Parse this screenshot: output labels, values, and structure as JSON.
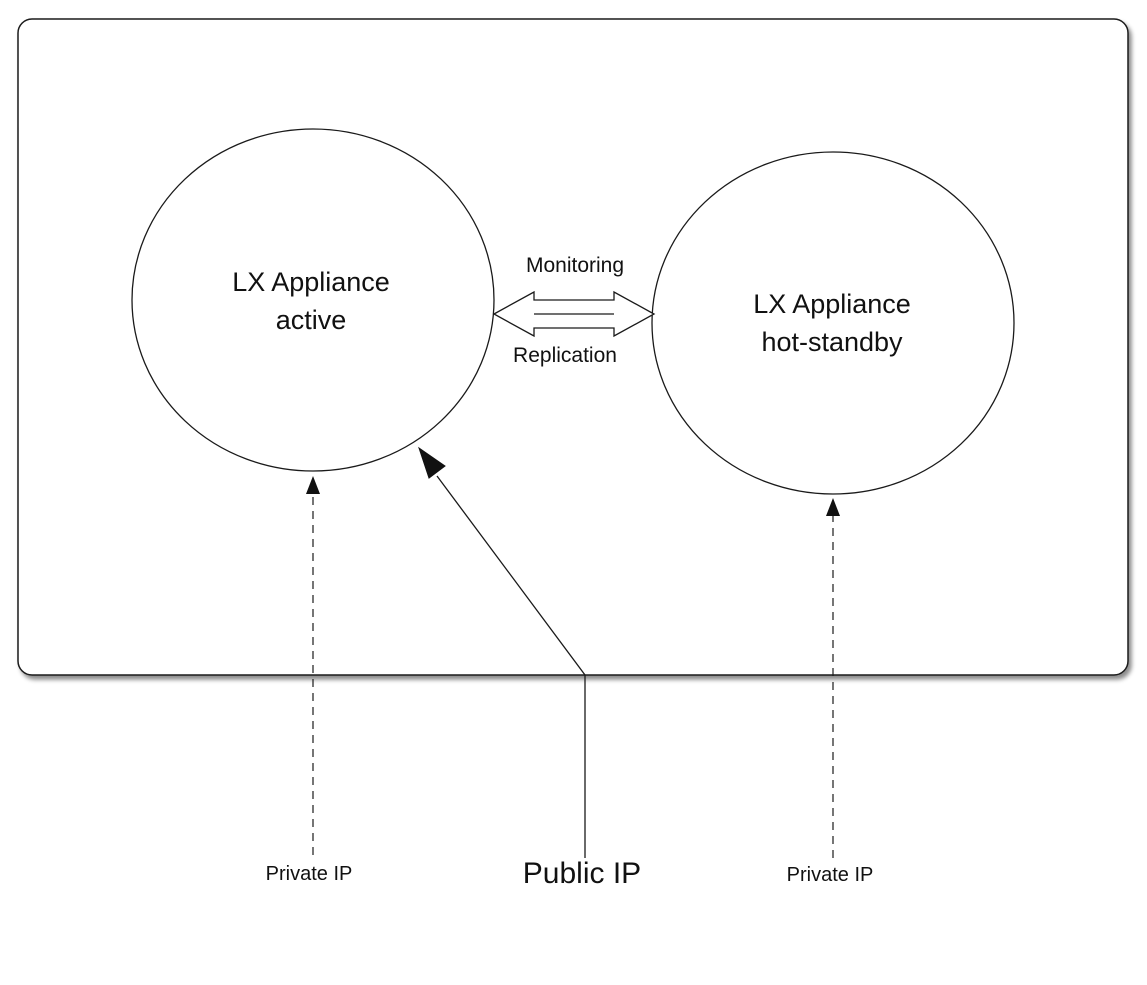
{
  "nodes": {
    "active": {
      "line1": "LX Appliance",
      "line2": "active"
    },
    "standby": {
      "line1": "LX Appliance",
      "line2": "hot-standby"
    }
  },
  "links": {
    "monitoring": "Monitoring",
    "replication": "Replication"
  },
  "ip_labels": {
    "private_left": "Private IP",
    "public": "Public IP",
    "private_right": "Private IP"
  }
}
